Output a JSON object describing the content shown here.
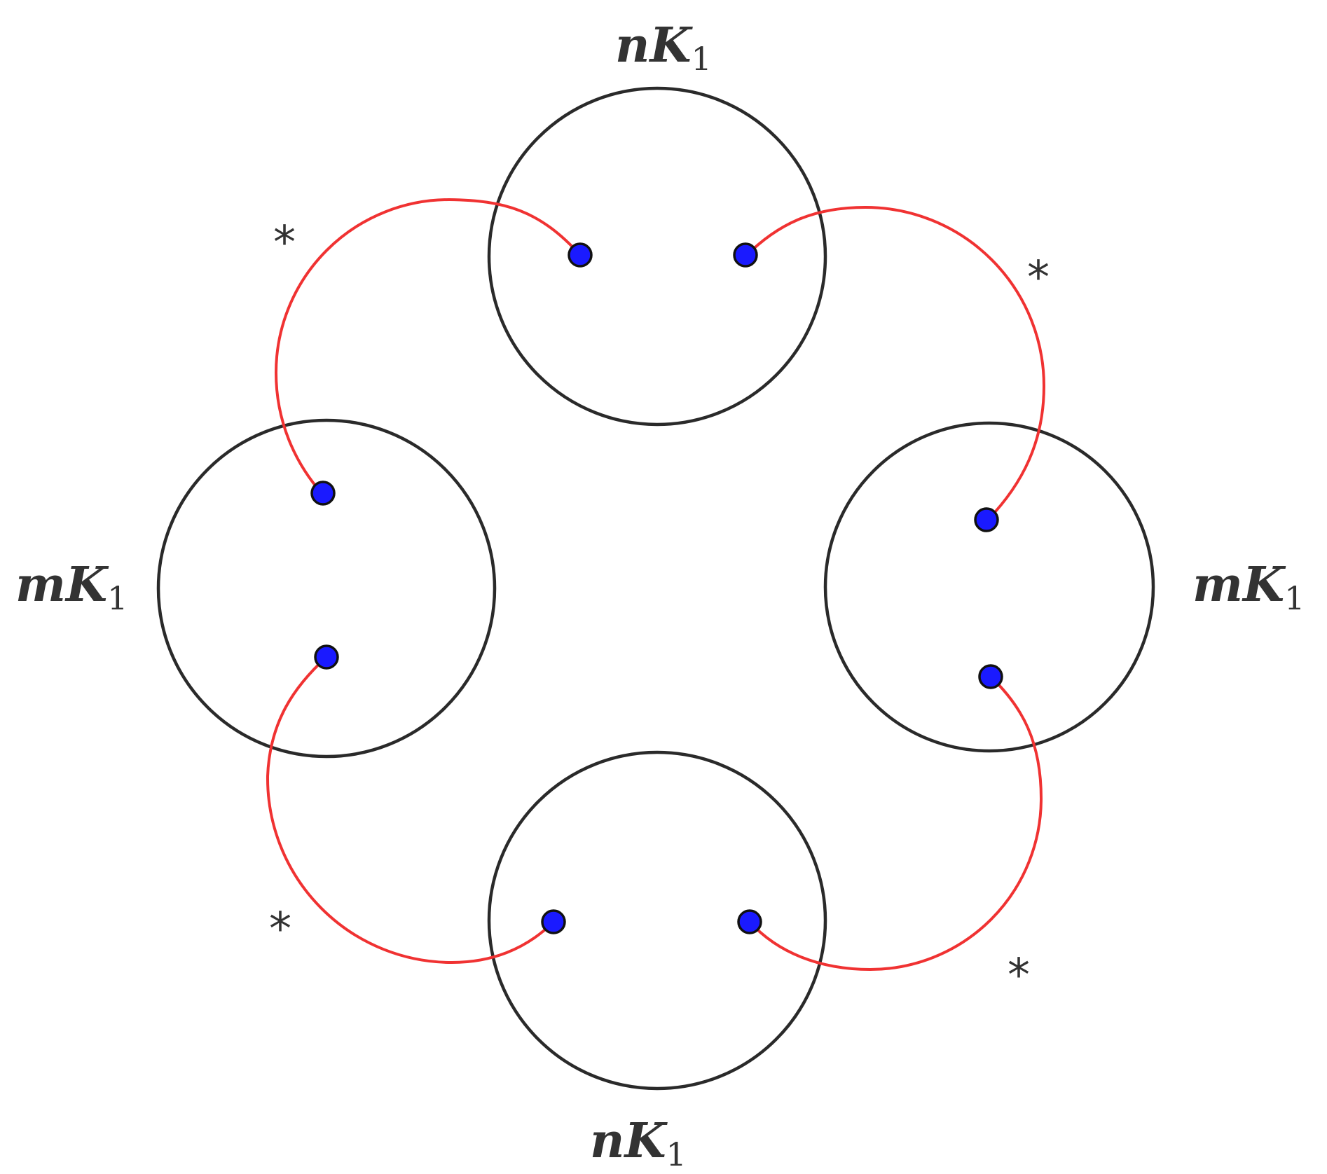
{
  "labels": {
    "top": {
      "main": "nK",
      "sub": "1"
    },
    "bottom": {
      "main": "nK",
      "sub": "1"
    },
    "left": {
      "main": "mK",
      "sub": "1"
    },
    "right": {
      "main": "mK",
      "sub": "1"
    }
  },
  "edge_markers": {
    "top_left": "*",
    "top_right": "*",
    "bottom_left": "*",
    "bottom_right": "*"
  },
  "colors": {
    "circle_stroke": "#2a2a2a",
    "edge_stroke": "#f03232",
    "vertex_fill": "#1a1aff",
    "text": "#333333"
  }
}
